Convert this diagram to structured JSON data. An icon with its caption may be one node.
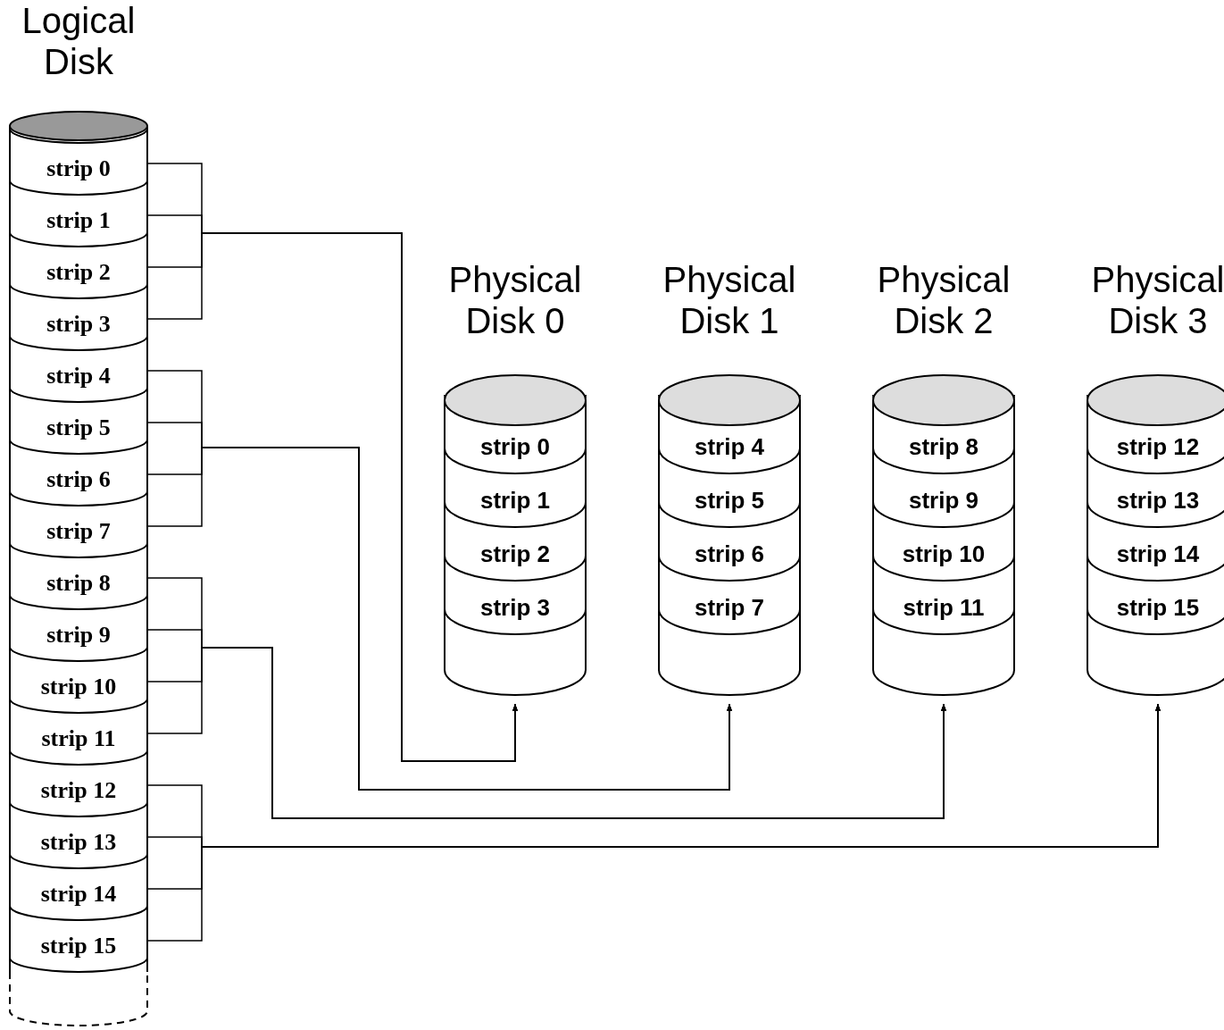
{
  "diagram": {
    "nodes": [
      {
        "text": [
          "Logical Disk"
        ]
      },
      {
        "text": [
          "strip 0"
        ],
        "in": 0
      },
      {
        "text": [
          "strip 1"
        ],
        "in": 0
      },
      {
        "text": [
          "strip 2"
        ],
        "in": 0
      },
      {
        "text": [
          "strip 3"
        ],
        "in": 0
      },
      {
        "text": [
          "strip 4"
        ],
        "in": 0
      },
      {
        "text": [
          "strip 5"
        ],
        "in": 0
      },
      {
        "text": [
          "strip 6"
        ],
        "in": 0
      },
      {
        "text": [
          "strip 7"
        ],
        "in": 0
      },
      {
        "text": [
          "strip 8"
        ],
        "in": 0
      },
      {
        "text": [
          "strip 9"
        ],
        "in": 0
      },
      {
        "text": [
          "strip 10"
        ],
        "in": 0
      },
      {
        "text": [
          "strip 11"
        ],
        "in": 0
      },
      {
        "text": [
          "strip 12"
        ],
        "in": 0
      },
      {
        "text": [
          "strip 13"
        ],
        "in": 0
      },
      {
        "text": [
          "strip 14"
        ],
        "in": 0
      },
      {
        "text": [
          "strip 15"
        ],
        "in": 0
      },
      {
        "text": [
          "Physical Disk 0"
        ]
      },
      {
        "text": [
          "strip 0"
        ],
        "in": 17
      },
      {
        "text": [
          "strip 1"
        ],
        "in": 17
      },
      {
        "text": [
          "strip 2"
        ],
        "in": 17
      },
      {
        "text": [
          "strip 3"
        ],
        "in": 17
      },
      {
        "text": [
          "Physical Disk 1"
        ]
      },
      {
        "text": [
          "strip 4"
        ],
        "in": 22
      },
      {
        "text": [
          "strip 5"
        ],
        "in": 22
      },
      {
        "text": [
          "strip 6"
        ],
        "in": 22
      },
      {
        "text": [
          "strip 7"
        ],
        "in": 22
      },
      {
        "text": [
          "Physical Disk 2"
        ]
      },
      {
        "text": [
          "strip 8"
        ],
        "in": 27
      },
      {
        "text": [
          "strip 9"
        ],
        "in": 27
      },
      {
        "text": [
          "strip 10"
        ],
        "in": 27
      },
      {
        "text": [
          "strip 11"
        ],
        "in": 27
      },
      {
        "text": [
          "Physical Disk 3"
        ]
      },
      {
        "text": [
          "strip 12"
        ],
        "in": 32
      },
      {
        "text": [
          "strip 13"
        ],
        "in": 32
      },
      {
        "text": [
          "strip 14"
        ],
        "in": 32
      },
      {
        "text": [
          "strip 15"
        ],
        "in": 32
      }
    ],
    "edges": [
      {
        "from": 1,
        "to": 17,
        "arrow": "to"
      },
      {
        "from": 2,
        "to": 17,
        "arrow": "to"
      },
      {
        "from": 3,
        "to": 17,
        "arrow": "to"
      },
      {
        "from": 4,
        "to": 17,
        "arrow": "to"
      },
      {
        "from": 5,
        "to": 22,
        "arrow": "to"
      },
      {
        "from": 6,
        "to": 22,
        "arrow": "to"
      },
      {
        "from": 7,
        "to": 22,
        "arrow": "to"
      },
      {
        "from": 8,
        "to": 22,
        "arrow": "to"
      },
      {
        "from": 9,
        "to": 27,
        "arrow": "to"
      },
      {
        "from": 10,
        "to": 27,
        "arrow": "to"
      },
      {
        "from": 11,
        "to": 27,
        "arrow": "to"
      },
      {
        "from": 12,
        "to": 27,
        "arrow": "to"
      },
      {
        "from": 13,
        "to": 32,
        "arrow": "to"
      },
      {
        "from": 14,
        "to": 32,
        "arrow": "to"
      },
      {
        "from": 15,
        "to": 32,
        "arrow": "to"
      },
      {
        "from": 16,
        "to": 32,
        "arrow": "to"
      }
    ]
  }
}
